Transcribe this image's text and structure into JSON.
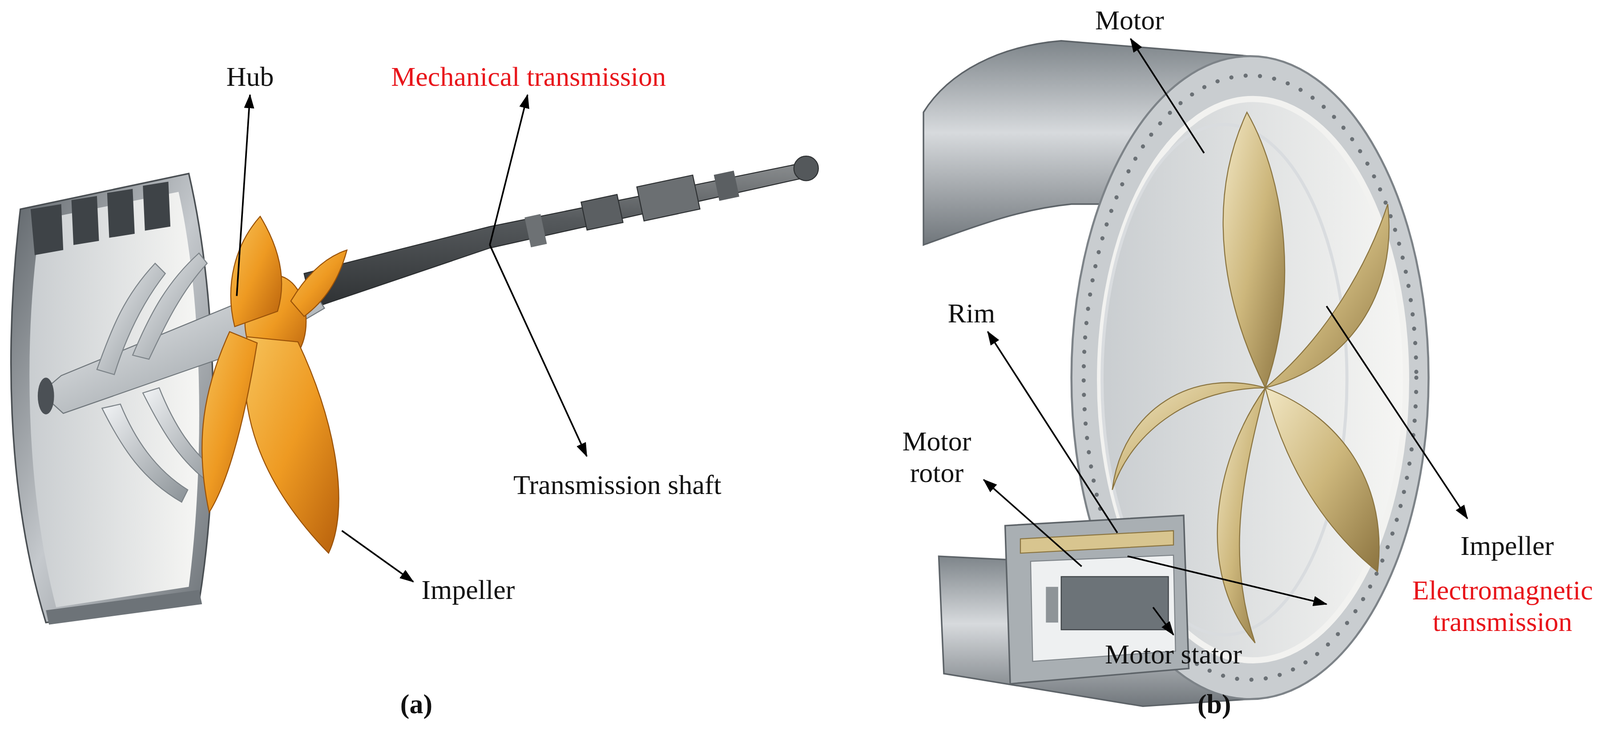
{
  "diagram": {
    "labels": [
      "Hub",
      "Mechanical transmission",
      "Transmission shaft",
      "Impeller",
      "(a)",
      "Motor",
      "Rim",
      "Motor rotor",
      "Motor stator",
      "Impeller",
      "Electromagnetic transmission",
      "(b)"
    ]
  }
}
